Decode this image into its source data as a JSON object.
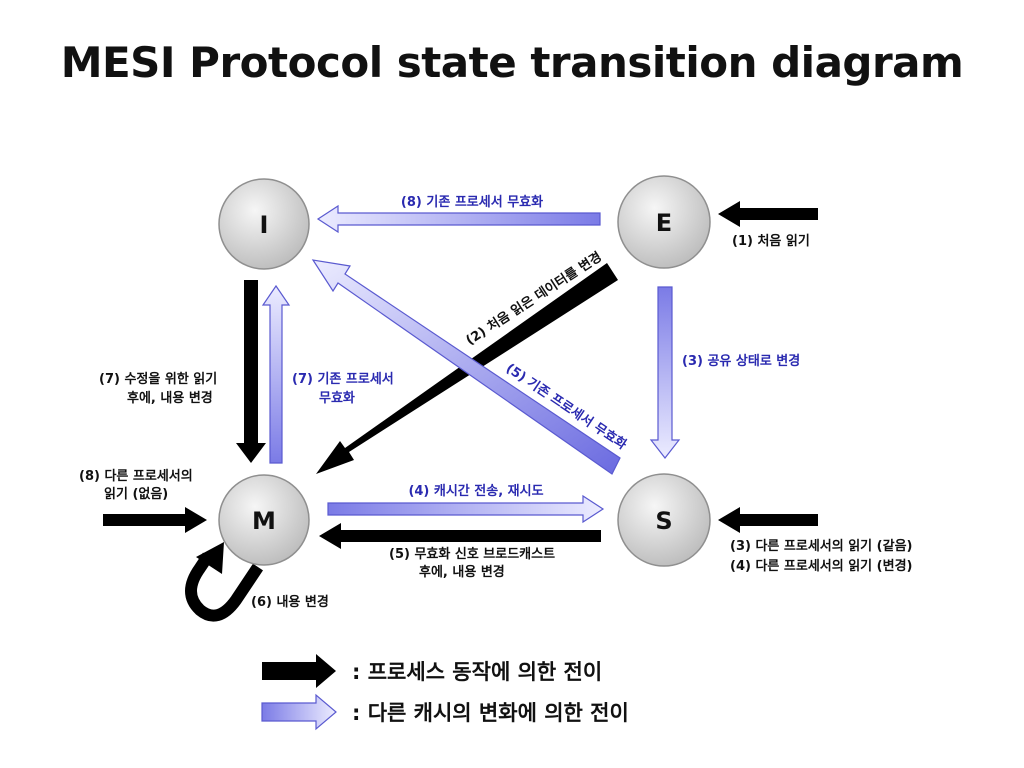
{
  "title": "MESI Protocol state transition diagram",
  "states": {
    "I": "I",
    "E": "E",
    "M": "M",
    "S": "S"
  },
  "transitions": {
    "e_to_i": "(8) 기존 프로세서 무효화",
    "init_e": "(1) 처음 읽기",
    "e_to_m": "(2) 처음 읽은 데이터를 변경",
    "e_to_s": "(3) 공유 상태로 변경",
    "s_to_i": "(5) 기존 프로세서 무효화",
    "i_to_m_line1": "(7) 수정을 위한 읽기",
    "i_to_m_line2": "후에, 내용 변경",
    "m_to_i_line1": "(7) 기존 프로세서",
    "m_to_i_line2": "무효화",
    "ext_m_line1": "(8) 다른 프로세서의",
    "ext_m_line2": "읽기 (없음)",
    "m_to_s": "(4) 캐시간 전송, 재시도",
    "s_to_m_line1": "(5) 무효화 신호 브로드캐스트",
    "s_to_m_line2": "후에, 내용 변경",
    "ext_s_line1": "(3) 다른 프로세서의 읽기 (같음)",
    "ext_s_line2": "(4) 다른 프로세서의 읽기 (변경)",
    "m_self": "(6) 내용 변경"
  },
  "legend": {
    "process": ": 프로세스 동작에 의한 전이",
    "other_cache": ": 다른 캐시의 변화에 의한 전이"
  },
  "colors": {
    "process_arrow": "#000000",
    "cache_arrow_light": "#e8e8ff",
    "cache_arrow_dark": "#7070e0",
    "cache_arrow_stroke": "#5a5ad0",
    "label_blue": "#2a2ab0",
    "node_fill_light": "#f4f4f4",
    "node_fill_dark": "#bdbdbd"
  }
}
